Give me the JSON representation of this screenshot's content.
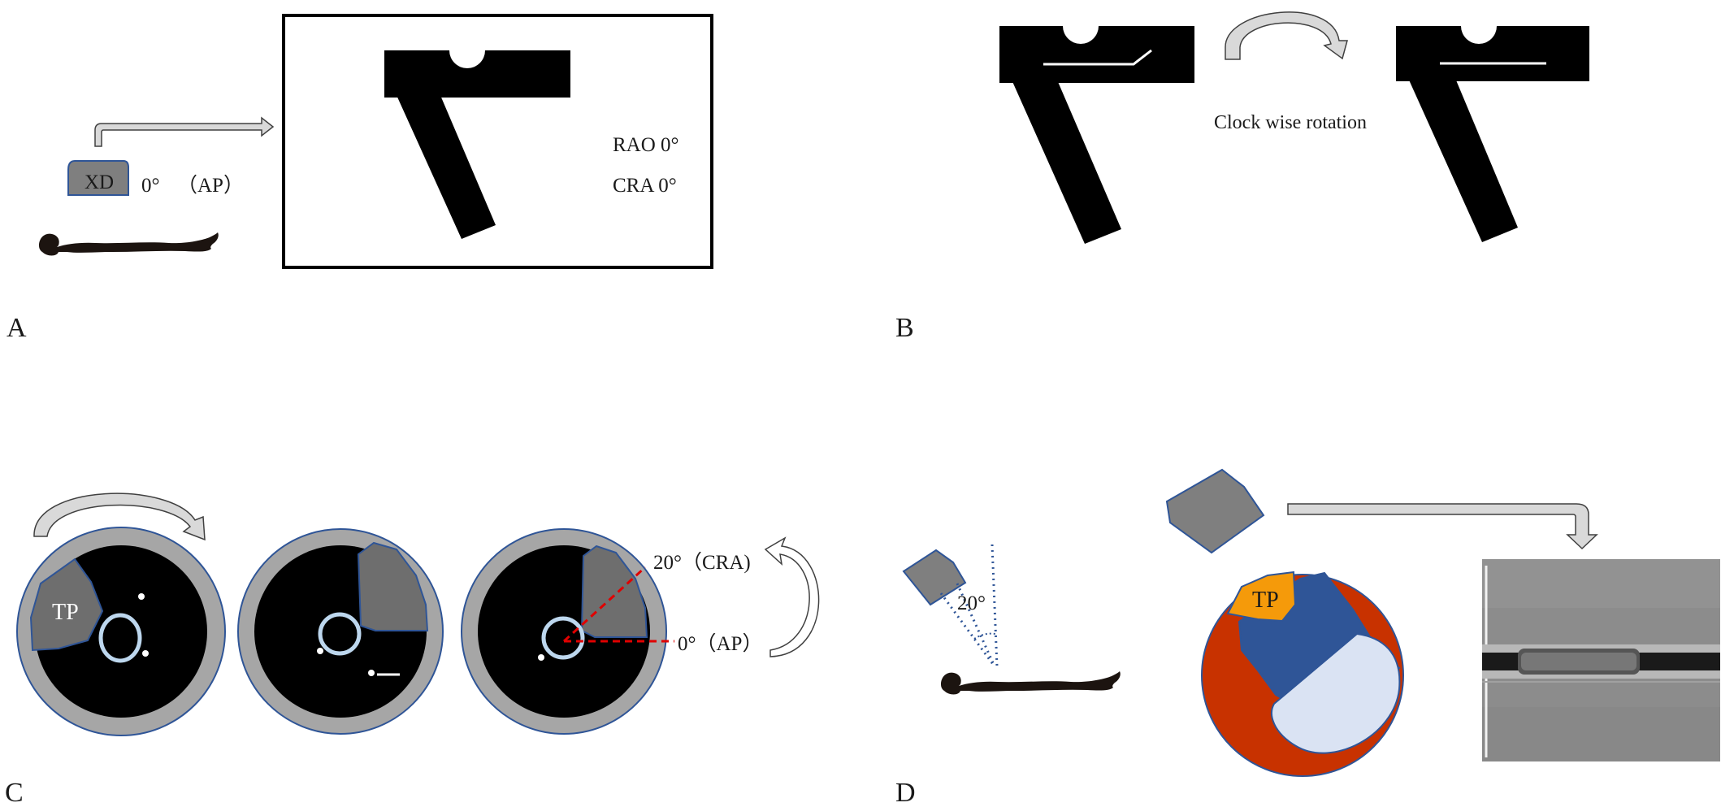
{
  "panels": {
    "a": {
      "letter": "A",
      "detector_label": "XD",
      "detector_angle": "0°",
      "detector_view": "（AP）",
      "angle_rao": "RAO 0°",
      "angle_cra": "CRA 0°"
    },
    "b": {
      "letter": "B",
      "rotation_label": "Clock wise rotation"
    },
    "c": {
      "letter": "C",
      "tp_label": "TP",
      "angle_20": "20°（CRA)",
      "angle_0": "0°（AP）"
    },
    "d": {
      "letter": "D",
      "tilt_angle": "20°",
      "tp_label": "TP"
    }
  },
  "colors": {
    "black": "#000000",
    "detector_fill": "#7f7f7f",
    "detector_border": "#2f5597",
    "vessel_wall": "#a6a6a6",
    "plaque": "#6e6e6e",
    "catheter": "#bdd7ee",
    "red_dash": "#e00000",
    "dotted_blue": "#2f5597",
    "oct_red": "#c83200",
    "oct_orange": "#f59a0a",
    "oct_blue": "#2f5597",
    "oct_light": "#dae3f3"
  },
  "icons": {
    "arrow": "curved-arrow-icon",
    "patient": "supine-patient-icon",
    "detector": "x-ray-detector-icon"
  }
}
